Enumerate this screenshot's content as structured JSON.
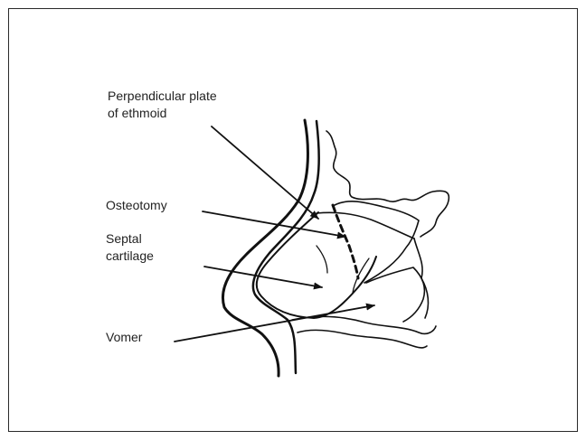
{
  "labels": {
    "perpendicular_plate_line1": "Perpendicular plate",
    "perpendicular_plate_line2": "of ethmoid",
    "osteotomy": "Osteotomy",
    "septal_line1": "Septal",
    "septal_line2": "cartilage",
    "vomer": "Vomer"
  }
}
